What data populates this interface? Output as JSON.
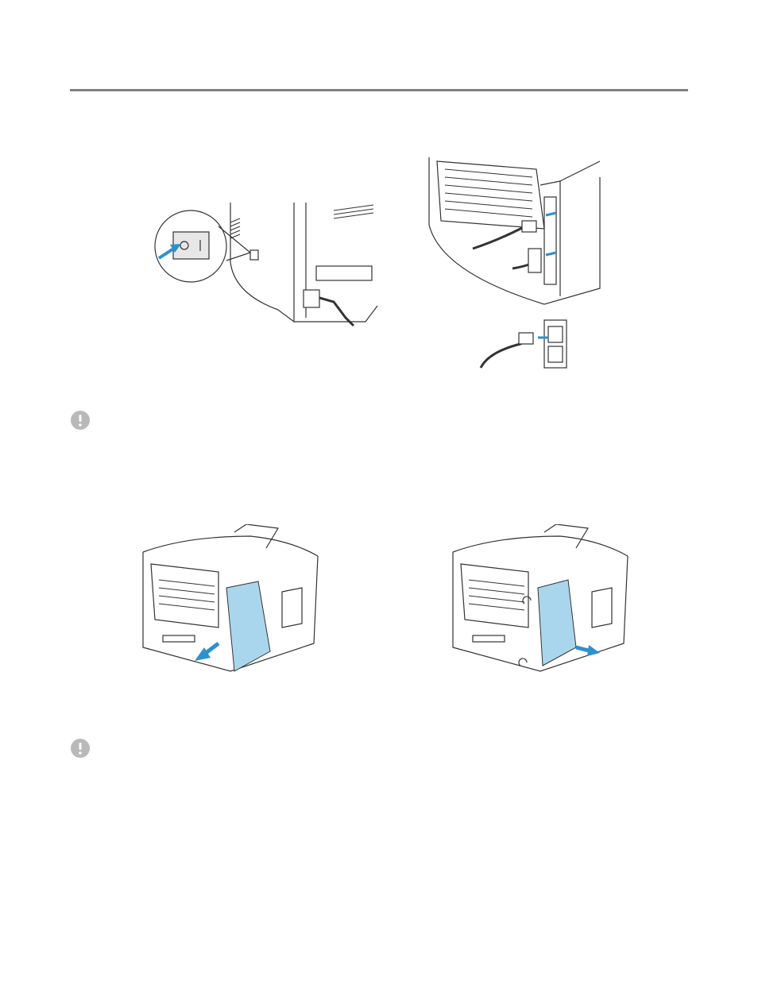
{
  "page": {
    "figures": [
      {
        "id": "power-switch-off",
        "icon": "power-switch-illustration"
      },
      {
        "id": "cables-disconnected",
        "icon": "printer-back-cables-illustration"
      },
      {
        "id": "side-cover-removal",
        "icon": "printer-side-cover-illustration"
      },
      {
        "id": "side-cover-unscrew",
        "icon": "printer-side-cover-screws-illustration"
      }
    ],
    "notes": [
      {
        "icon": "caution-icon"
      },
      {
        "icon": "caution-icon"
      }
    ]
  },
  "colors": {
    "rule": "#7f7f7f",
    "highlight": "#a9d6ec",
    "arrow": "#2e90cc",
    "caution_icon": "#b9b9b9",
    "line_art": "#333333"
  }
}
